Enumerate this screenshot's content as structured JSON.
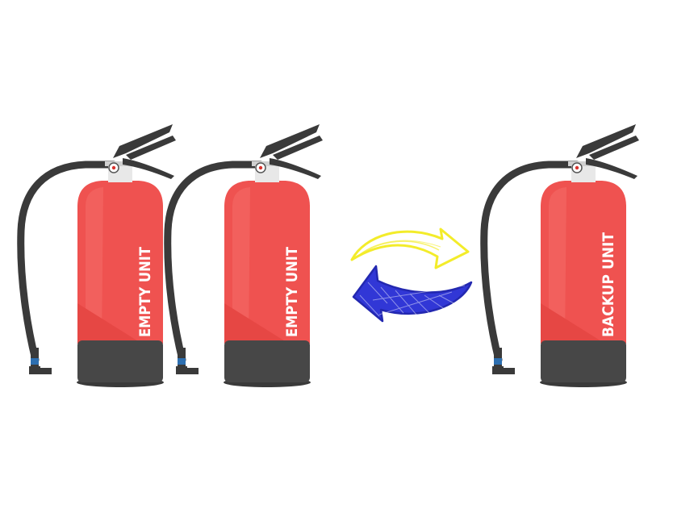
{
  "colors": {
    "body_red": "#ef5250",
    "body_red_dark": "#e64744",
    "body_red_light": "#f36a66",
    "base_dark": "#474747",
    "hose": "#3a3a3a",
    "valve": "#e8e8e8",
    "gauge_red": "#d9342f",
    "nozzle_blue": "#2d6fb0",
    "arrow_yellow": "#f3ec2a",
    "arrow_blue": "#3137d6"
  },
  "extinguishers": [
    {
      "label": "EMPTY UNIT",
      "state": "empty"
    },
    {
      "label": "EMPTY UNIT",
      "state": "empty"
    },
    {
      "label": "BACKUP UNIT",
      "state": "backup"
    }
  ],
  "exchange_arrows": {
    "icon": "swap-arrows-icon",
    "top_arrow_direction": "right",
    "bottom_arrow_direction": "left"
  }
}
